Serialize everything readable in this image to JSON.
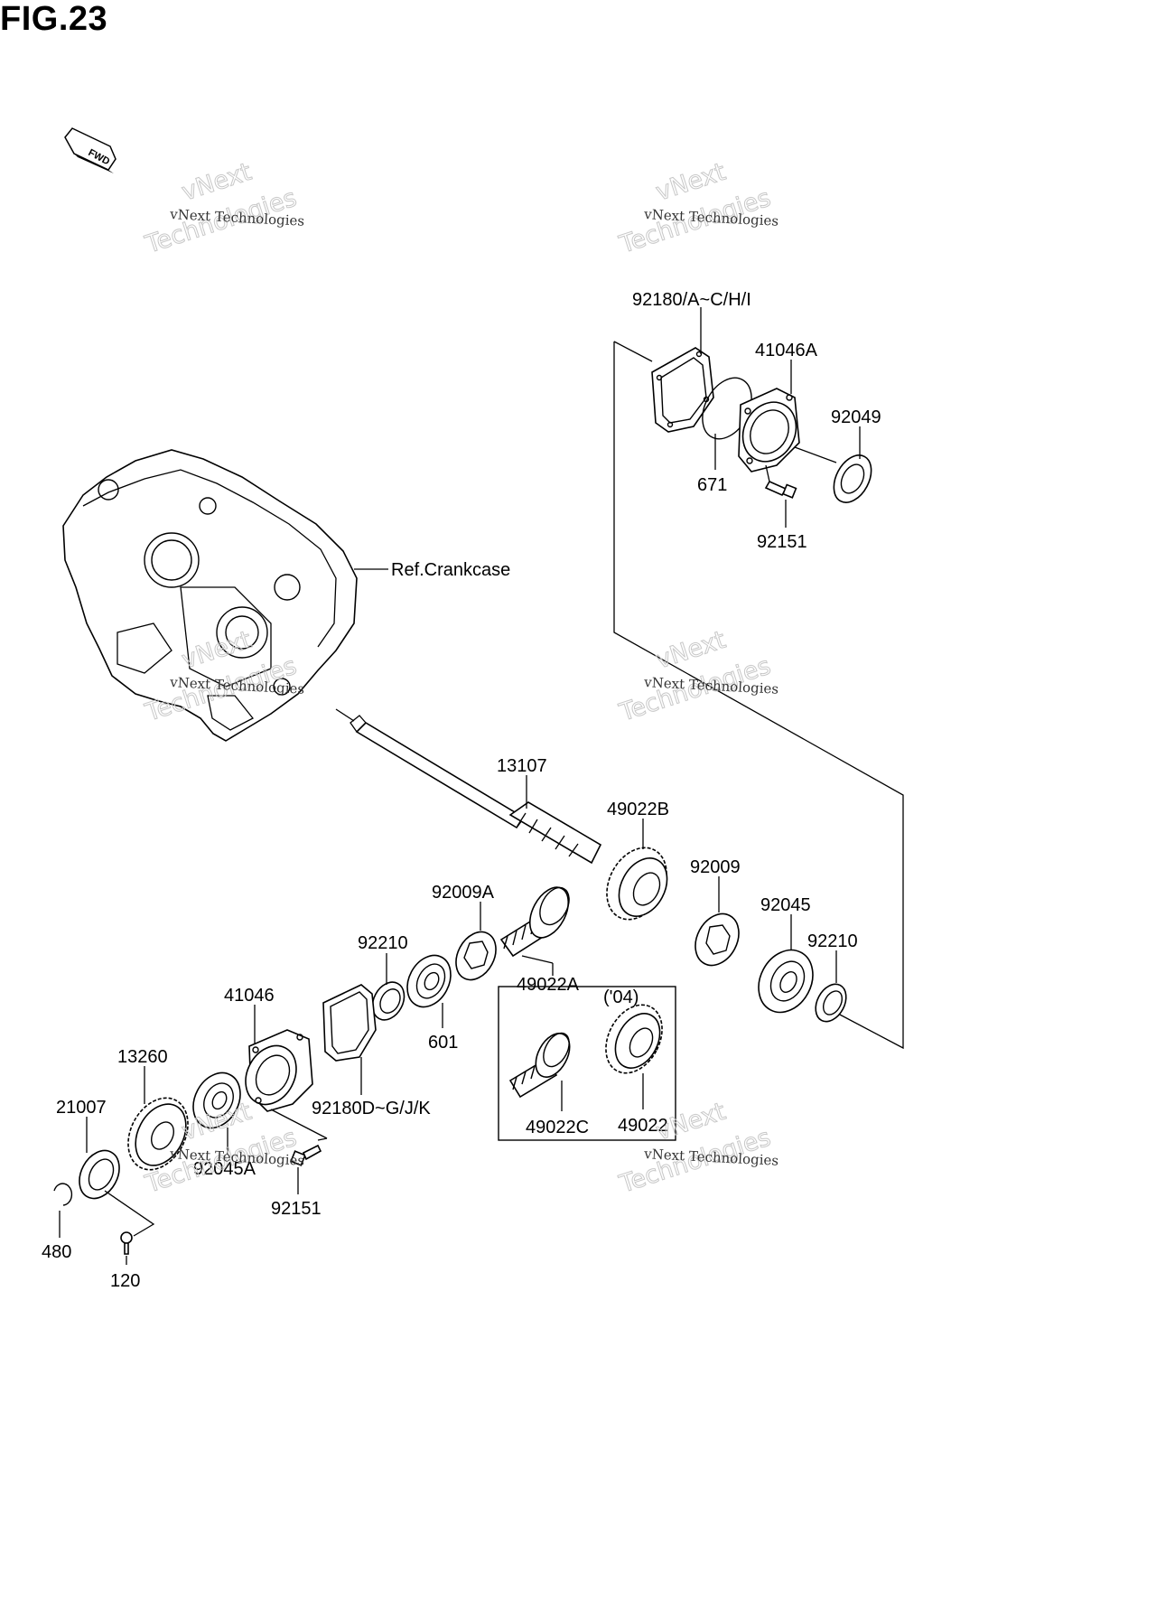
{
  "figure": {
    "title": "FIG.23",
    "fwd_label": "FWD"
  },
  "watermark": {
    "line1": "vNext Technologies",
    "line2": "vNext",
    "line3": "Technologies"
  },
  "reference": {
    "crankcase": "Ref.Crankcase"
  },
  "variant_box": {
    "year_label": "('04)"
  },
  "parts": {
    "p92180_a": "92180/A~C/H/I",
    "p41046a": "41046A",
    "p92049": "92049",
    "p671": "671",
    "p92151_top": "92151",
    "p13107": "13107",
    "p49022b": "49022B",
    "p92009a": "92009A",
    "p92009": "92009",
    "p92045": "92045",
    "p92210_left": "92210",
    "p92210_right": "92210",
    "p49022a": "49022A",
    "p41046": "41046",
    "p601": "601",
    "p13260": "13260",
    "p92180d": "92180D~G/J/K",
    "p21007": "21007",
    "p92045a": "92045A",
    "p92151_bottom": "92151",
    "p49022c": "49022C",
    "p49022": "49022",
    "p480": "480",
    "p120": "120"
  }
}
